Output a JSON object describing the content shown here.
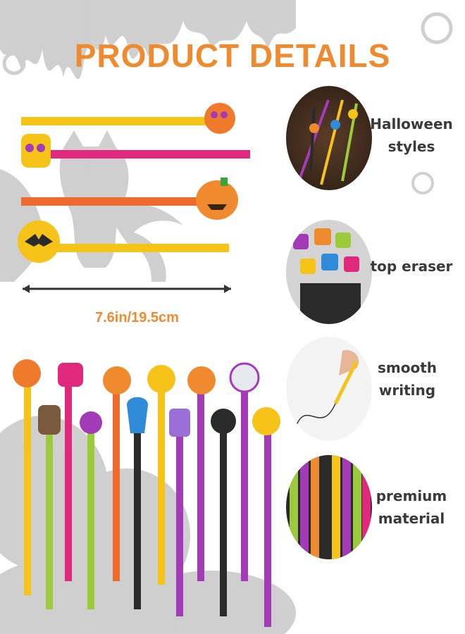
{
  "title": "PRODUCT DETAILS",
  "dimension": "7.6in/19.5cm",
  "features": [
    {
      "label": "Halloween styles",
      "icon": "pencil-bundle-photo"
    },
    {
      "label": "top eraser",
      "icon": "eraser-cup-photo"
    },
    {
      "label": "smooth writing",
      "icon": "hand-writing-photo"
    },
    {
      "label": "premium material",
      "icon": "pencil-stripes-photo"
    }
  ],
  "colors": {
    "accent": "#f08a2e",
    "text": "#3a3a3a",
    "silhouette": "#a9a9a9"
  }
}
